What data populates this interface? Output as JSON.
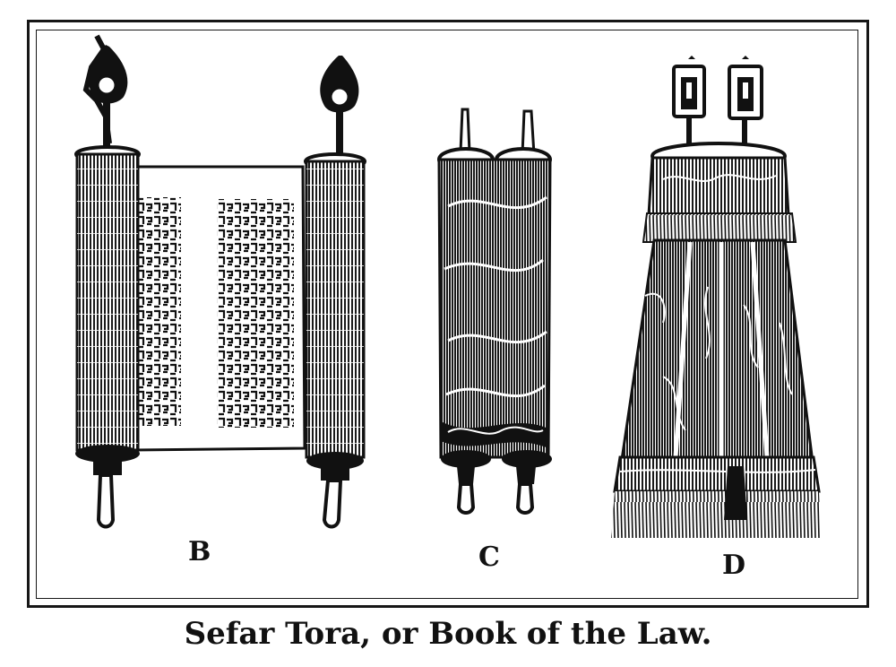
{
  "figure": {
    "labels": {
      "b": "B",
      "c": "C",
      "d": "D"
    },
    "caption": "Sefar Tora, or Book of the Law.",
    "colors": {
      "ink": "#161616",
      "paper": "#ffffff"
    }
  }
}
